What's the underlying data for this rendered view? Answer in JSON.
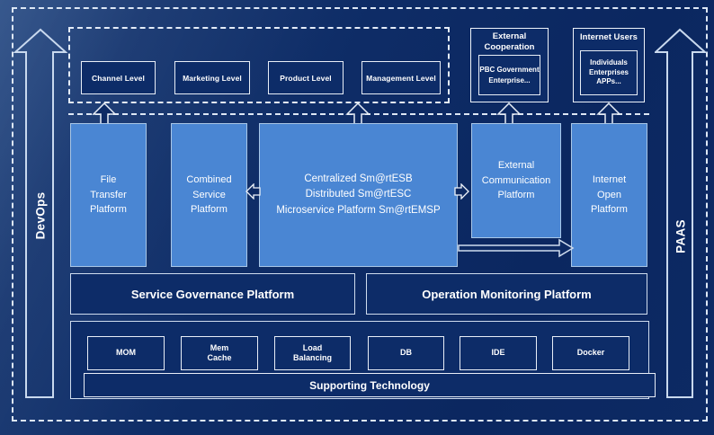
{
  "colors": {
    "background_navy": "#0d2a64",
    "box_navy": "#0d2c68",
    "light_blue": "#4a86d3",
    "border_light": "#dde7f5"
  },
  "rails": {
    "left_label": "DevOps",
    "right_label": "PAAS"
  },
  "levels": {
    "items": [
      "Channel Level",
      "Marketing Level",
      "Product Level",
      "Management Level"
    ]
  },
  "external_cooperation": {
    "title": "External\nCooperation",
    "body": "PBC Government\nEnterprise..."
  },
  "internet_users": {
    "title": "Internet Users",
    "body": "Individuals\nEnterprises\nAPPs..."
  },
  "platforms": {
    "file_transfer": "File\nTransfer\nPlatform",
    "combined_service": "Combined\nService\nPlatform",
    "central": "Centralized Sm@rtESB\nDistributed Sm@rtESC\nMicroservice Platform Sm@rtEMSP",
    "external_communication": "External\nCommunication\nPlatform",
    "internet_open": "Internet\nOpen\nPlatform"
  },
  "governance_label": "Service Governance Platform",
  "monitoring_label": "Operation Monitoring Platform",
  "supporting": {
    "technologies": [
      "MOM",
      "Mem\nCache",
      "Load\nBalancing",
      "DB",
      "IDE",
      "Docker"
    ],
    "bar_label": "Supporting Technology"
  }
}
